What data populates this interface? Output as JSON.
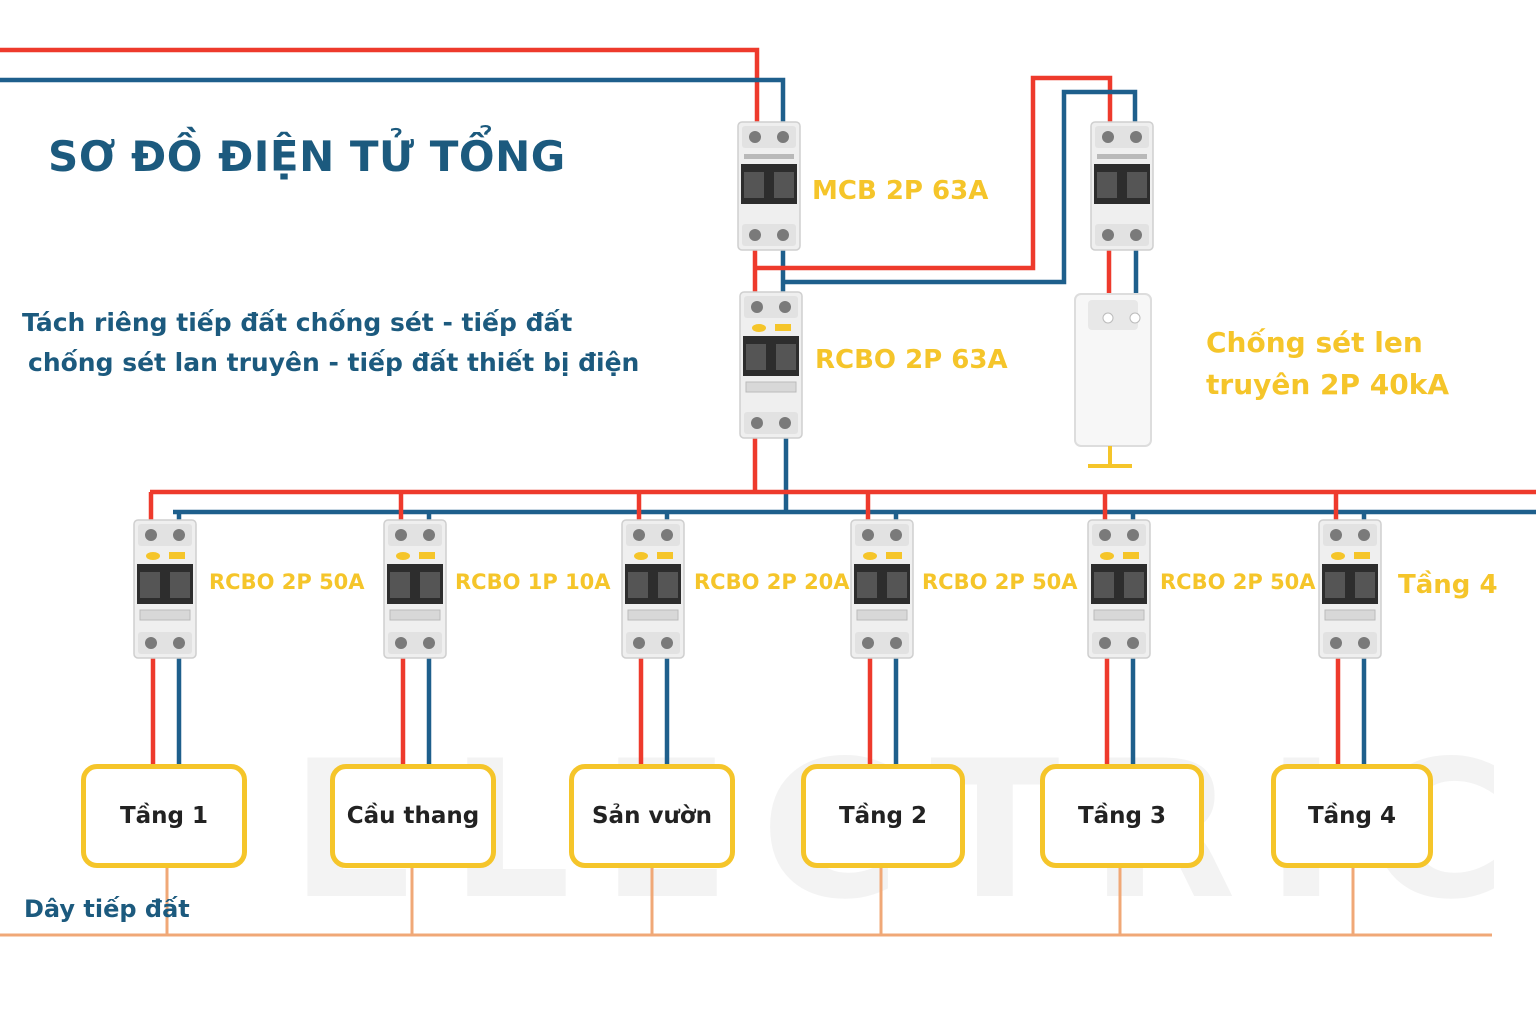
{
  "title": "SƠ ĐỒ ĐIỆN TỬ TỔNG",
  "description": {
    "line1": "Tách riêng  tiếp  đất  chống sét - tiếp đất",
    "line2": "chống sét lan truyên - tiếp đất thiết bị điện"
  },
  "main_breakers": {
    "mcb": "MCB 2P 63A",
    "rcbo": "RCBO 2P 63A"
  },
  "surge_protector": {
    "line1": "Chống sét len",
    "line2": "truyên 2P 40kA"
  },
  "branch_breakers": [
    "RCBO 2P 50A",
    "RCBO 1P 10A",
    "RCBO 2P 20A",
    "RCBO 2P 50A",
    "RCBO 2P 50A",
    "Tầng 4"
  ],
  "loads": [
    "Tầng 1",
    "Cầu thang",
    "Sản vườn",
    "Tầng 2",
    "Tầng 3",
    "Tầng 4"
  ],
  "ground_label": "Dây tiếp đất",
  "watermark": "ELECTRIC",
  "colors": {
    "live": "#ee3a2c",
    "neutral": "#1e5f8c",
    "ground": "#f0a877",
    "label": "#f5c52a",
    "text": "#1c5a7e"
  }
}
